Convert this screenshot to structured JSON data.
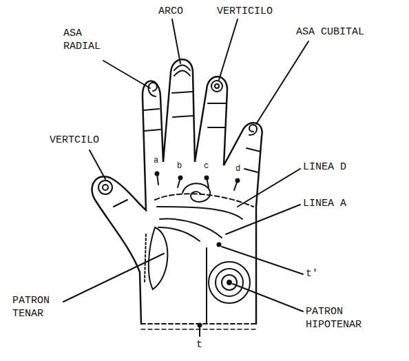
{
  "diagram": {
    "labels": [
      "ARCO",
      "VERTICILO",
      "ASA RADIAL",
      "ASA CUBITAL",
      "VERTCILO",
      "LINEA D",
      "LINEA A",
      "t'",
      "PATRON TENAR",
      "PATRON HIPOTENAR",
      "t",
      "a",
      "b",
      "c",
      "d"
    ]
  }
}
